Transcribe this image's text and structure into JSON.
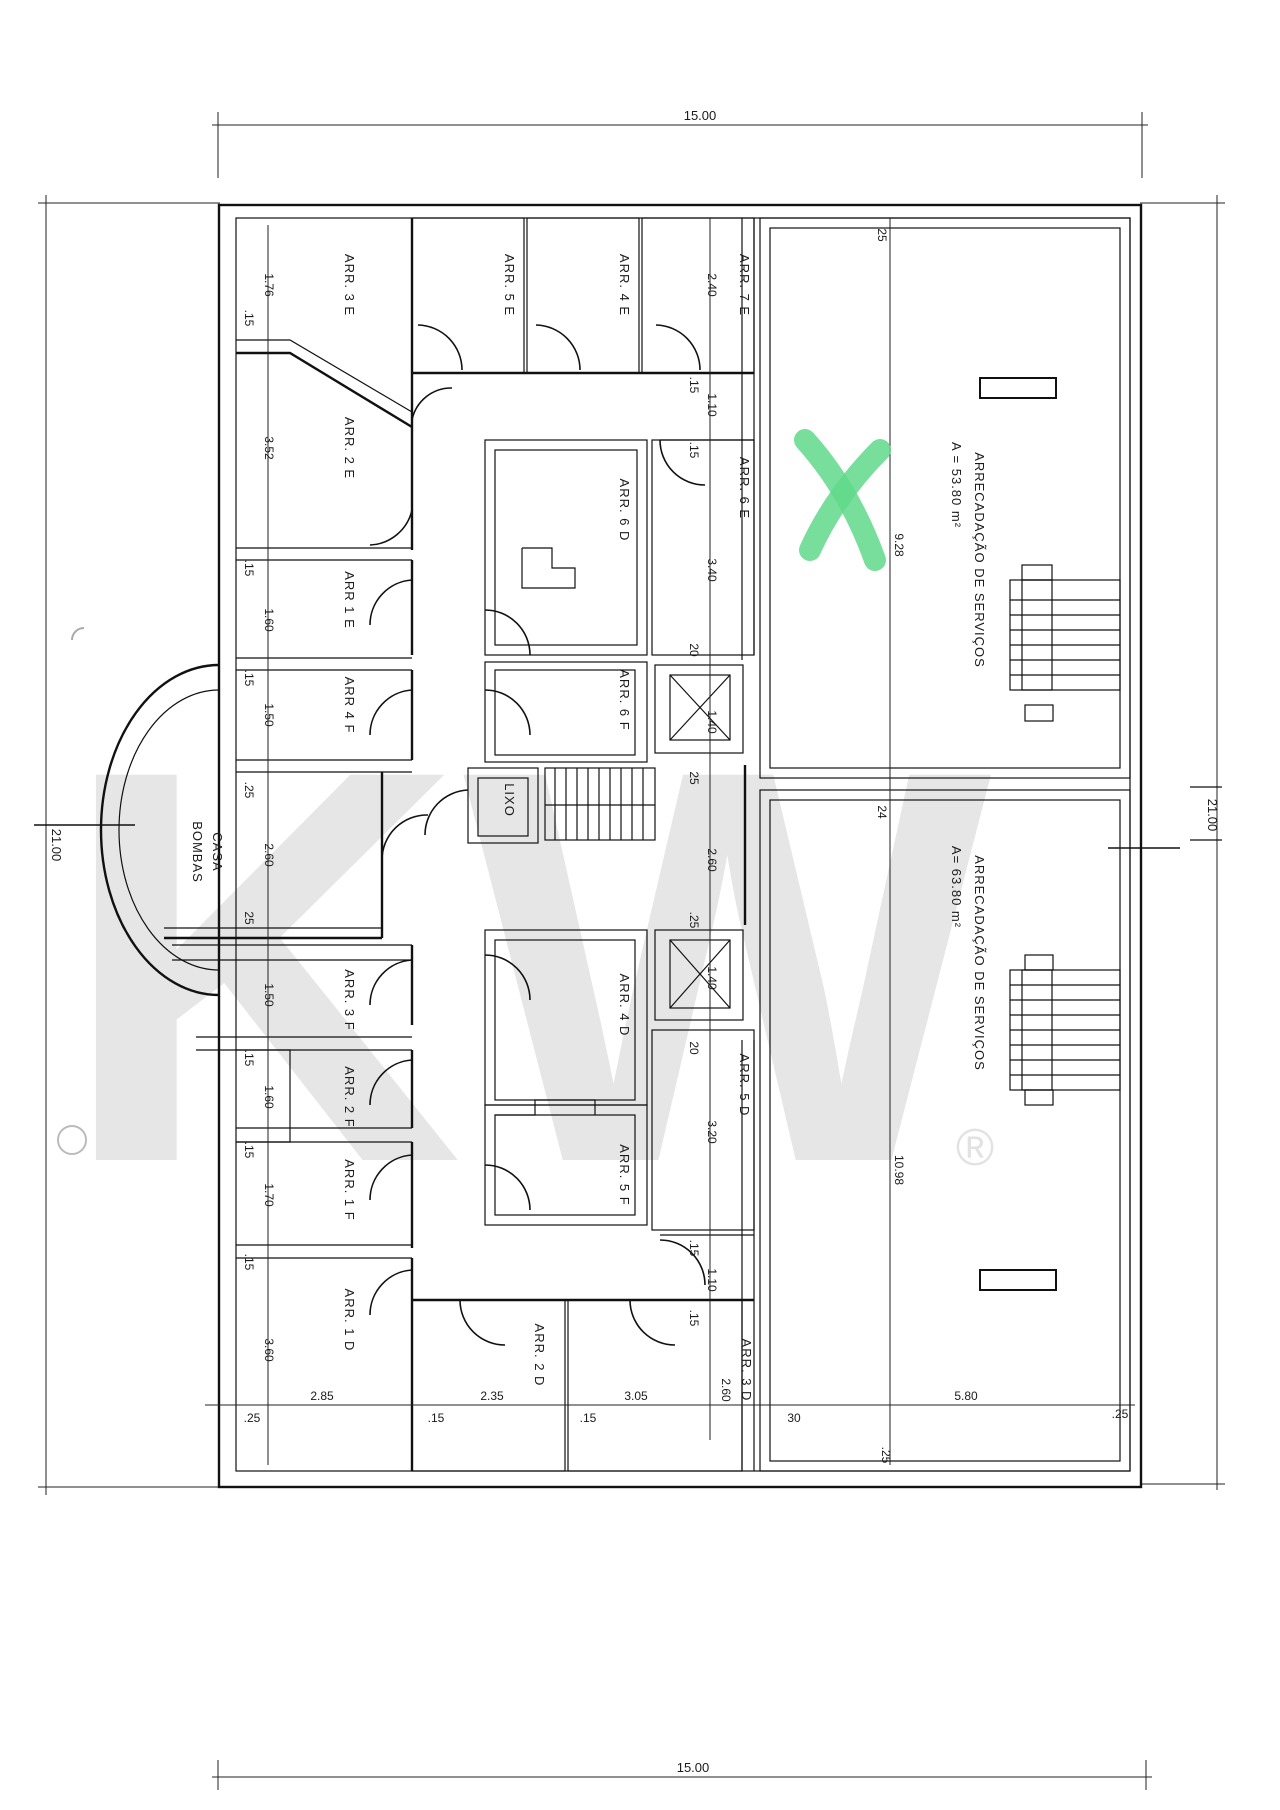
{
  "dimensions": {
    "top_width": "15.00",
    "bottom_width": "15.00",
    "left_height": "21.00",
    "right_height": "21.00"
  },
  "rooms": {
    "arr3e": "ARR. 3 E",
    "arr5e": "ARR. 5 E",
    "arr4e": "ARR. 4 E",
    "arr7e": "ARR. 7 E",
    "arr2e": "ARR. 2 E",
    "arr6d": "ARR. 6 D",
    "arr6e": "ARR. 6 E",
    "arr1e": "ARR  1 E",
    "arr4f": "ARR  4 F",
    "arr6f": "ARR. 6 F",
    "lixo": "LIXO",
    "casa_bombas_1": "CASA",
    "casa_bombas_2": "BOMBAS",
    "arr4d": "ARR. 4 D",
    "arr3f": "ARR. 3 F",
    "arr2f": "ARR. 2 F",
    "arr5d": "ARR. 5 D",
    "arr5f": "ARR. 5 F",
    "arr1f": "ARR. 1 F",
    "arr1d": "ARR. 1 D",
    "arr2d": "ARR. 2 D",
    "arr3d": "ARR. 3 D"
  },
  "service_storage_top": {
    "title": "ARRECADAÇÃO  DE  SERVIÇOS",
    "area": "A = 53.80  m²"
  },
  "service_storage_bottom": {
    "title": "ARRECADAÇÃO  DE  SERVIÇOS",
    "area": "A= 63.80  m²"
  },
  "interior_dimensions": {
    "d176": "1.76",
    "d15a": ".15",
    "d240": "2.40",
    "d15b": ".15",
    "d110a": "1.10",
    "d15c": ".15",
    "d352": "3.52",
    "d340": "3.40",
    "d928": "9.28",
    "d25top": "25",
    "d15d": ".15",
    "d160a": "1.60",
    "d20a": "20",
    "d15e": ".15",
    "d150a": "1.50",
    "d140a": "1.40",
    "d25b": "25",
    "d24": "24",
    "d25c": ".25",
    "d260a": "2.60",
    "d260b": "2.60",
    "d25d": ".25",
    "d25e": "25",
    "d150b": "1.50",
    "d140b": "1.40",
    "d20b": "20",
    "d15f": ".15",
    "d160b": "1.60",
    "d320": "3.20",
    "d1098": "10.98",
    "d15g": ".15",
    "d170": "1.70",
    "d15h": ".15",
    "d110b": "1.10",
    "d15i": ".15",
    "d15j": ".15",
    "d360": "3.60",
    "d260c": "2.60",
    "d285": "2.85",
    "d235": "2.35",
    "d305": "3.05",
    "d580": "5.80",
    "d25f": ".25",
    "d15k": ".15",
    "d15l": ".15",
    "d30": "30",
    "d25g": ".25",
    "d25h": ".25"
  },
  "watermark": {
    "text": "KW",
    "mark": "®"
  },
  "colors": {
    "line": "#111111",
    "watermark": "#e6e6e6",
    "check_mark": "#5fd98a"
  }
}
